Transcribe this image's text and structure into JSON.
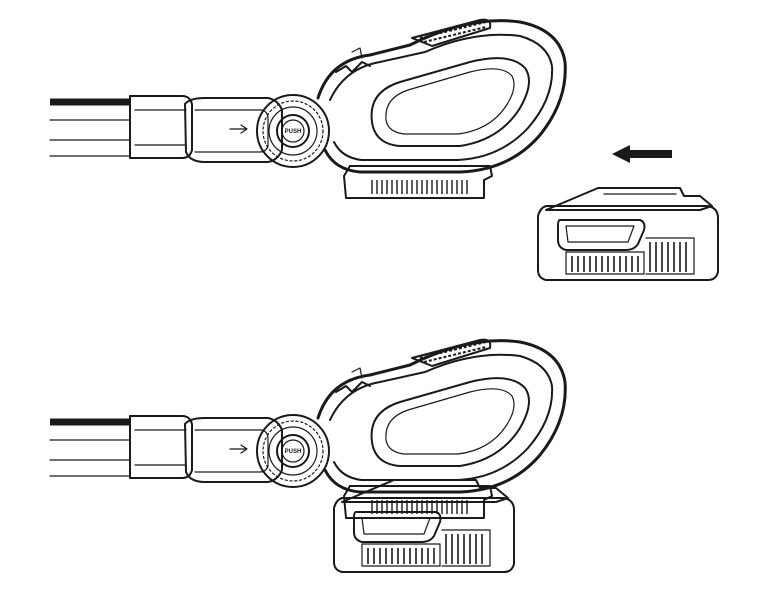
{
  "diagram": {
    "steps": [
      {
        "id": "insert",
        "shows_separate_battery": true,
        "arrow_direction": "left"
      },
      {
        "id": "attached",
        "shows_separate_battery": false,
        "arrow_direction": ""
      }
    ],
    "knob_label": "PUSH",
    "colors": {
      "ink": "#1a1a1a",
      "background": "#ffffff"
    }
  }
}
